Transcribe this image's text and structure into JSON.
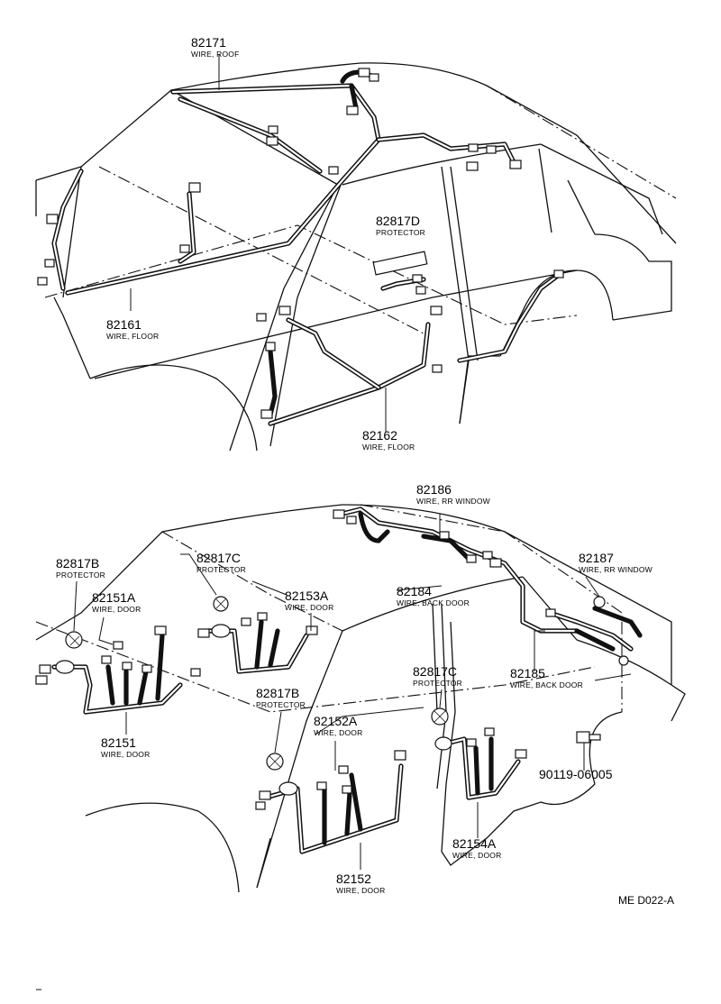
{
  "top_diagram": {
    "labels": [
      {
        "part": "82171",
        "desc": "WIRE, ROOF"
      },
      {
        "part": "82817D",
        "desc": "PROTECTOR"
      },
      {
        "part": "82161",
        "desc": "WIRE, FLOOR"
      },
      {
        "part": "82162",
        "desc": "WIRE, FLOOR"
      }
    ]
  },
  "bottom_diagram": {
    "labels": [
      {
        "part": "82186",
        "desc": "WIRE, RR WINDOW"
      },
      {
        "part": "82817B",
        "desc": "PROTECTOR"
      },
      {
        "part": "82817C",
        "desc": "PROTECTOR"
      },
      {
        "part": "82187",
        "desc": "WIRE, RR WINDOW"
      },
      {
        "part": "82151A",
        "desc": "WIRE, DOOR"
      },
      {
        "part": "82153A",
        "desc": "WIRE, DOOR"
      },
      {
        "part": "82184",
        "desc": "WIRE, BACK DOOR"
      },
      {
        "part": "82817C",
        "desc": "PROTECTOR"
      },
      {
        "part": "82817B",
        "desc": "PROTECTOR"
      },
      {
        "part": "82185",
        "desc": "WIRE, BACK DOOR"
      },
      {
        "part": "82152A",
        "desc": "WIRE, DOOR"
      },
      {
        "part": "82151",
        "desc": "WIRE, DOOR"
      },
      {
        "part": "82152",
        "desc": "WIRE, DOOR"
      },
      {
        "part": "82154A",
        "desc": "WIRE, DOOR"
      }
    ],
    "bolt_part": "90119-06005"
  },
  "figure_code": "ME D022-A"
}
